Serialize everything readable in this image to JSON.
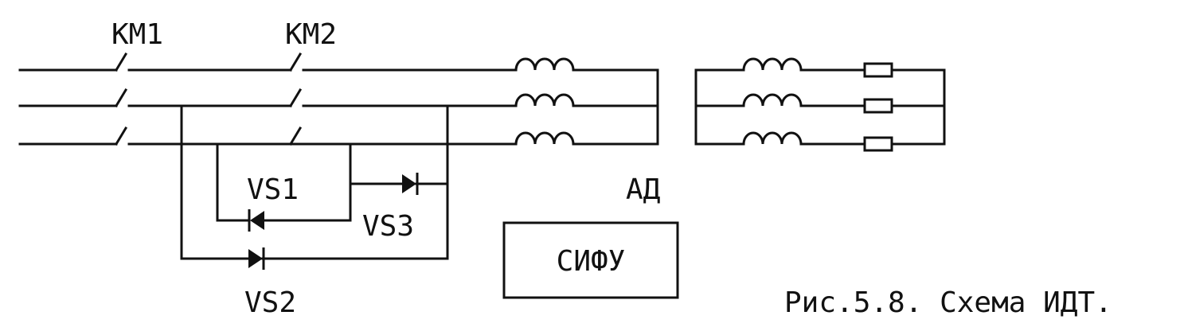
{
  "diagram": {
    "labels": {
      "km1": "КМ1",
      "km2": "КМ2",
      "vs1": "VS1",
      "vs2": "VS2",
      "vs3": "VS3",
      "motor": "АД",
      "controller": "СИФУ",
      "caption": "Рис.5.8. Схема ИДТ."
    },
    "colors": {
      "line": "#111111",
      "background": "#ffffff"
    }
  }
}
